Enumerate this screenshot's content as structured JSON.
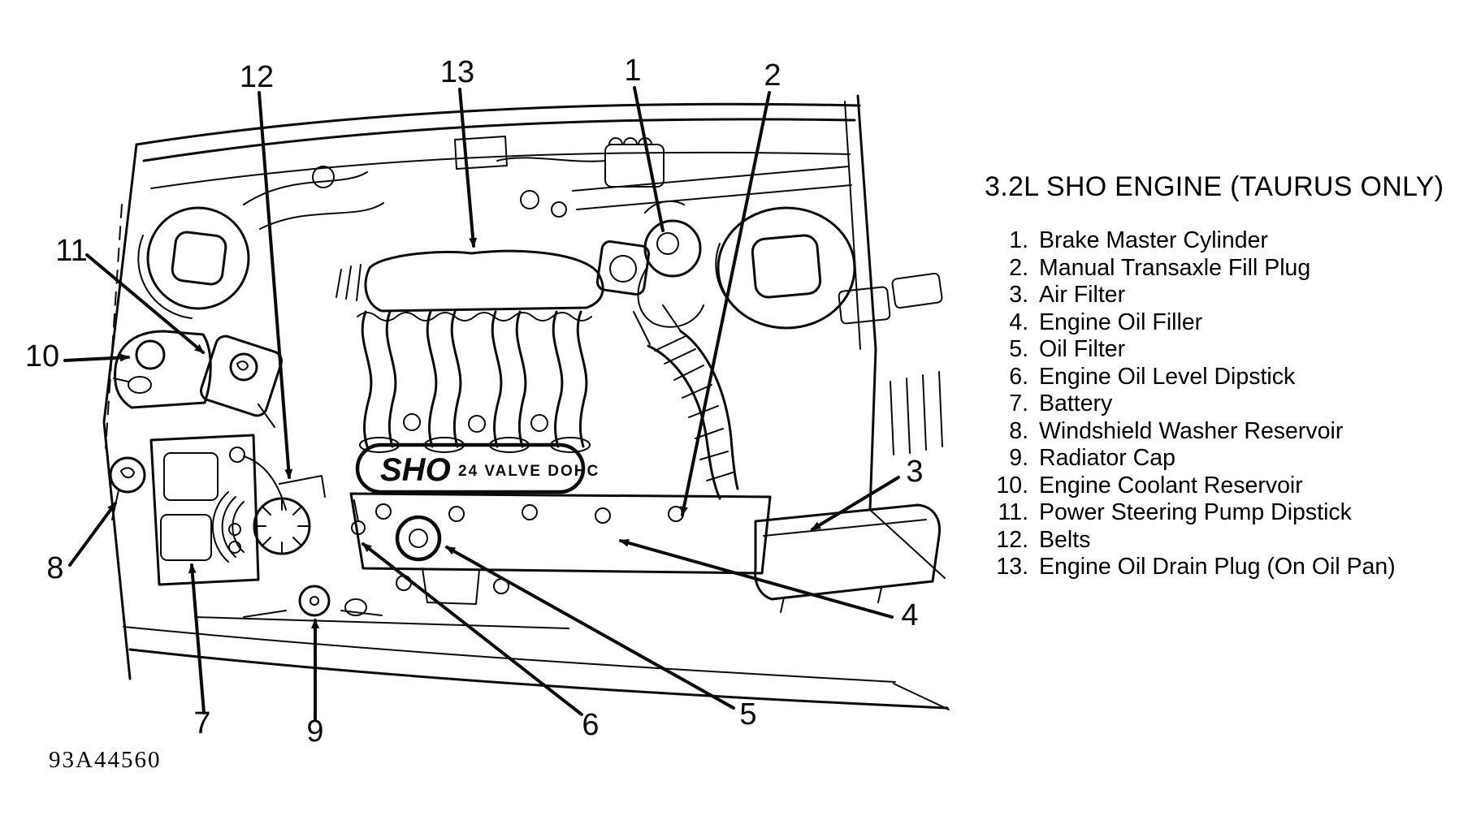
{
  "title": "3.2L SHO ENGINE (TAURUS ONLY)",
  "figure_code": "93A44560",
  "legend_items": [
    {
      "num": "1.",
      "label": "Brake Master Cylinder"
    },
    {
      "num": "2.",
      "label": "Manual Transaxle Fill Plug"
    },
    {
      "num": "3.",
      "label": "Air Filter"
    },
    {
      "num": "4.",
      "label": "Engine Oil Filler"
    },
    {
      "num": "5.",
      "label": "Oil Filter"
    },
    {
      "num": "6.",
      "label": "Engine Oil Level Dipstick"
    },
    {
      "num": "7.",
      "label": "Battery"
    },
    {
      "num": "8.",
      "label": "Windshield Washer Reservoir"
    },
    {
      "num": "9.",
      "label": "Radiator Cap"
    },
    {
      "num": "10.",
      "label": "Engine Coolant Reservoir"
    },
    {
      "num": "11.",
      "label": "Power Steering Pump Dipstick"
    },
    {
      "num": "12.",
      "label": "Belts"
    },
    {
      "num": "13.",
      "label": "Engine Oil Drain Plug (On Oil Pan)"
    }
  ],
  "callouts": {
    "c1": "1",
    "c2": "2",
    "c3": "3",
    "c4": "4",
    "c5": "5",
    "c6": "6",
    "c7": "7",
    "c8": "8",
    "c9": "9",
    "c10": "10",
    "c11": "11",
    "c12": "12",
    "c13": "13"
  },
  "engine_badge": {
    "main": "SHO",
    "sub": "24 VALVE DOHC"
  },
  "colors": {
    "ink": "#0a0a0a",
    "paper": "#ffffff"
  }
}
